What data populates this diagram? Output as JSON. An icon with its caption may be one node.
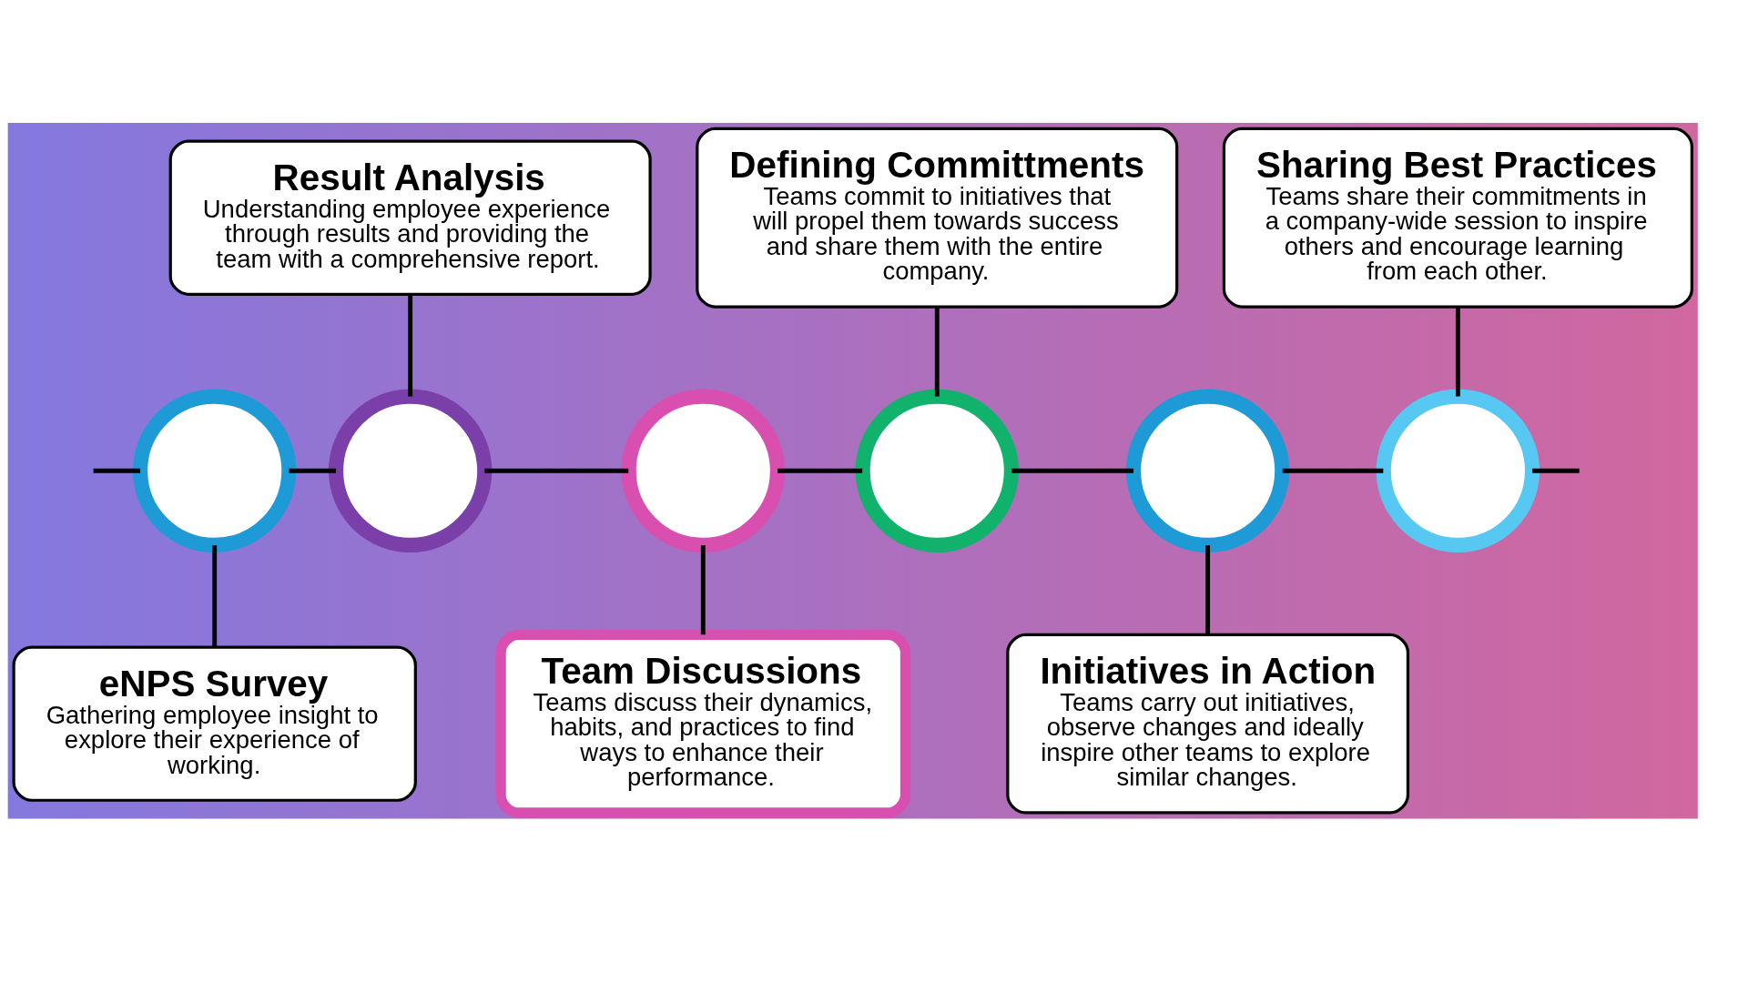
{
  "diagram": {
    "nodes": [
      {
        "text": [
          "Result Analysis",
          "Understanding employee experience through results and providing the team with a comprehensive report."
        ]
      },
      {
        "text": [
          "Defining Committments",
          "Teams commit to initiatives that will propel them towards success and share them with the entire company."
        ]
      },
      {
        "text": [
          "Sharing Best Practices",
          "Teams share their commitments in a company-wide session to inspire others and encourage learning from each other."
        ]
      },
      {
        "text": [],
        "shape": "circle"
      },
      {
        "text": [],
        "shape": "circle"
      },
      {
        "text": [],
        "shape": "circle"
      },
      {
        "text": [],
        "shape": "circle"
      },
      {
        "text": [],
        "shape": "circle"
      },
      {
        "text": [],
        "shape": "circle"
      },
      {
        "text": [
          "eNPS Survey",
          "Gathering employee insight to explore their experience of working."
        ]
      },
      {
        "text": [
          "Team Discussions",
          "Teams discuss their dynamics, habits, and practices to find ways to enhance their performance."
        ]
      },
      {
        "text": [
          "Initiatives in Action",
          "Teams carry out initiatives, observe changes and ideally inspire other teams to explore similar changes."
        ]
      }
    ],
    "edges": [
      {
        "from": null,
        "to": 3,
        "arrow": "none"
      },
      {
        "from": 3,
        "to": 4,
        "arrow": "none"
      },
      {
        "from": 4,
        "to": 5,
        "arrow": "none"
      },
      {
        "from": 5,
        "to": 6,
        "arrow": "none"
      },
      {
        "from": 6,
        "to": 7,
        "arrow": "none"
      },
      {
        "from": 7,
        "to": 8,
        "arrow": "none"
      },
      {
        "from": 8,
        "to": null,
        "arrow": "none"
      },
      {
        "from": 0,
        "to": 4,
        "arrow": "none"
      },
      {
        "from": 1,
        "to": 6,
        "arrow": "none"
      },
      {
        "from": 2,
        "to": 8,
        "arrow": "none"
      },
      {
        "from": 3,
        "to": 9,
        "arrow": "none"
      },
      {
        "from": 5,
        "to": 10,
        "arrow": "none"
      },
      {
        "from": 7,
        "to": 11,
        "arrow": "none"
      }
    ]
  }
}
